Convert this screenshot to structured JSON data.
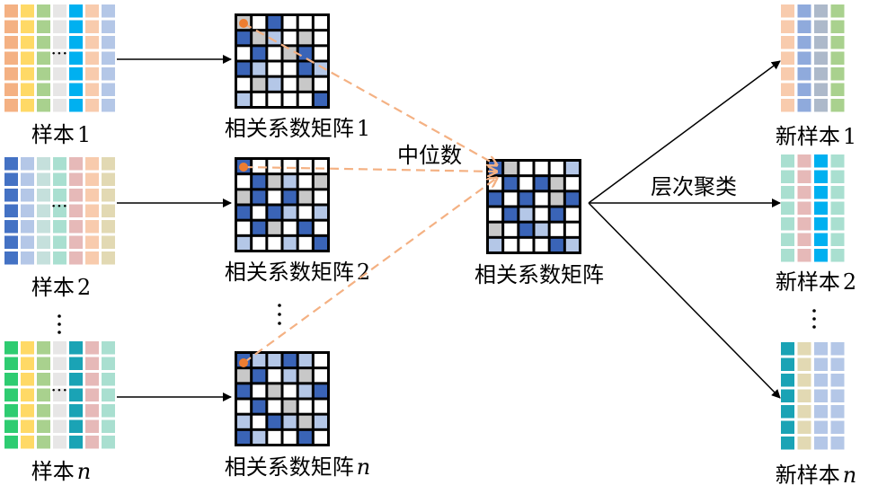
{
  "samples": [
    {
      "label": "样本",
      "suffix": "1",
      "suffix_italic": false
    },
    {
      "label": "样本",
      "suffix": "2",
      "suffix_italic": false
    },
    {
      "label": "样本",
      "suffix": "n",
      "suffix_italic": true
    }
  ],
  "matrices": [
    {
      "label": "相关系数矩阵",
      "suffix": "1",
      "suffix_italic": false
    },
    {
      "label": "相关系数矩阵",
      "suffix": "2",
      "suffix_italic": false
    },
    {
      "label": "相关系数矩阵",
      "suffix": "n",
      "suffix_italic": true
    }
  ],
  "median_label": "中位数",
  "result_matrix_label": "相关系数矩阵",
  "cluster_label": "层次聚类",
  "new_samples": [
    {
      "label": "新样本",
      "suffix": "1",
      "suffix_italic": false
    },
    {
      "label": "新样本",
      "suffix": "2",
      "suffix_italic": false
    },
    {
      "label": "新样本",
      "suffix": "n",
      "suffix_italic": true
    }
  ],
  "colors": {
    "dark_blue": "#3a64b7",
    "light_blue": "#b4c7e7",
    "gray": "#c8c8c8",
    "white": "#ffffff",
    "grid_border": "#000000",
    "dashed_arrow": "#f4b183",
    "dot": "#ed7d31"
  },
  "sample_palettes": [
    [
      "#f4b183",
      "#ffd966",
      "#a9d18e",
      "#e7e6e6",
      "#00b0f0",
      "#f8cbad",
      "#b4c7e7"
    ],
    [
      "#4472c4",
      "#b4c7e7",
      "#c5e0dc",
      "#a9dfd0",
      "#e6b9b8",
      "#f8cbad",
      "#e2d9b3"
    ],
    [
      "#2ecc71",
      "#ffd966",
      "#a9d18e",
      "#e7e6e6",
      "#1aa3b5",
      "#e6b9b8",
      "#a9dfd0"
    ]
  ],
  "new_sample_palettes": [
    [
      "#f8cbad",
      "#8faadc",
      "#adb9ca",
      "#a9d18e"
    ],
    [
      "#a9dfd0",
      "#e6b9b8",
      "#00b0f0",
      "#a9dfd0"
    ],
    [
      "#1aa3b5",
      "#e2d9b3",
      "#b4c7e7",
      "#b4c7e7"
    ]
  ],
  "matrix_patterns": [
    [
      "g w d w w w",
      "d g l w g w",
      "w d w g d w",
      "d l w w d l",
      "w g l w g w",
      "l w w w w d"
    ],
    [
      "d w w w w w",
      "w d g l w g",
      "g d w d g w",
      "d w d l w l",
      "w d g w d w",
      "l w w l w d"
    ],
    [
      "d l l d l w",
      "g d w l g w",
      "d w g w l d",
      "w d w g w w",
      "l w d l g l",
      "d l w w d w"
    ]
  ],
  "result_pattern": [
    "d g w w w l",
    "w d w d g w",
    "d w d w g d",
    "w d l w d w",
    "g w d l w w",
    "l w w w d l"
  ]
}
